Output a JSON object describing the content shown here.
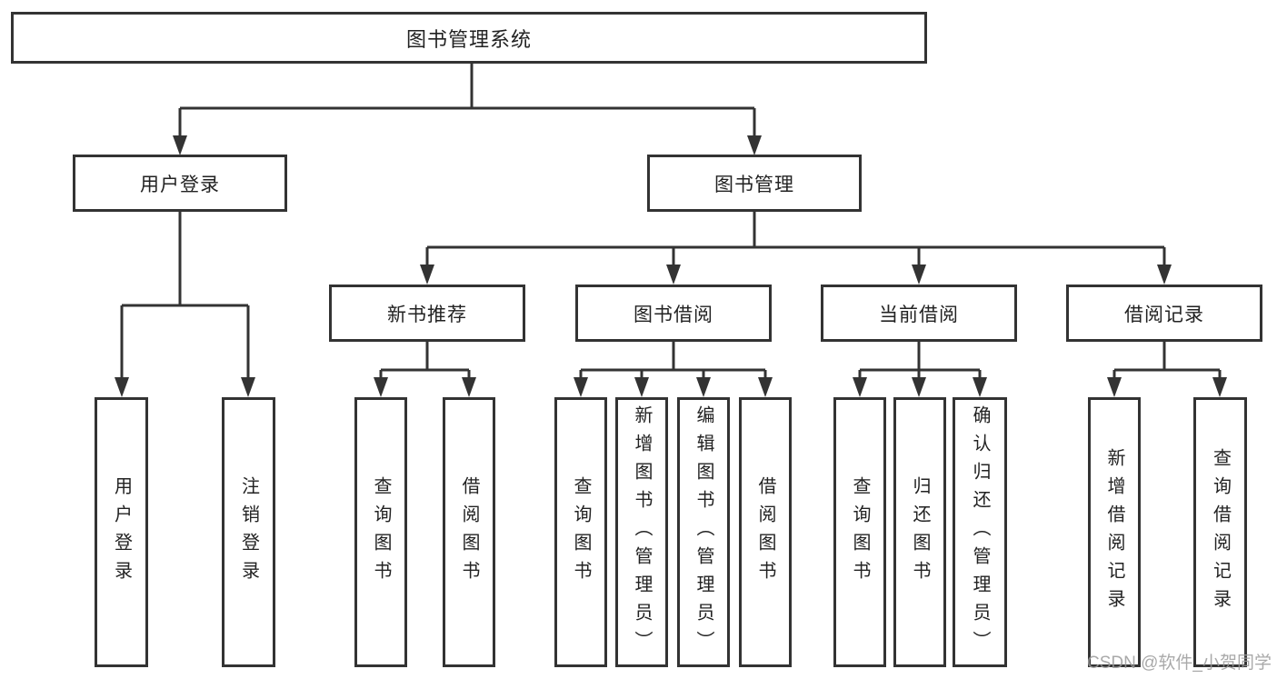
{
  "colors": {
    "line": "#333333",
    "box_border": "#333333",
    "box_fill": "#ffffff",
    "text": "#222222",
    "watermark": "#9b9b9b"
  },
  "nodes": {
    "root": "图书管理系统",
    "level2": [
      "用户登录",
      "图书管理"
    ],
    "level3": [
      "新书推荐",
      "图书借阅",
      "当前借阅",
      "借阅记录"
    ],
    "leaves": {
      "login": [
        "用户登录",
        "注销登录"
      ],
      "recommend": [
        "查询图书",
        "借阅图书"
      ],
      "borrow": [
        "查询图书",
        "新增图书（管理员）",
        "编辑图书（管理员）",
        "借阅图书"
      ],
      "current": [
        "查询图书",
        "归还图书",
        "确认归还（管理员）"
      ],
      "records": [
        "新增借阅记录",
        "查询借阅记录"
      ]
    }
  },
  "watermark": "CSDN @软件_小贺同学"
}
